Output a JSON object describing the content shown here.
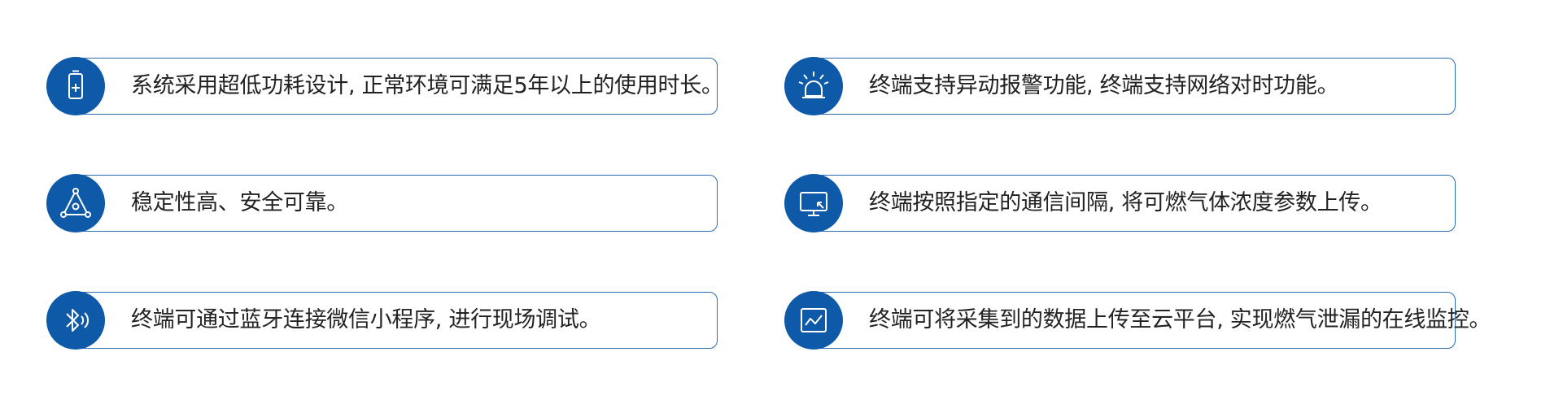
{
  "accent_color": "#0f5aa8",
  "border_color": "#2a6cb0",
  "features": [
    {
      "icon": "battery-icon",
      "text": "系统采用超低功耗设计, 正常环境可满足5年以上的使用时长。"
    },
    {
      "icon": "alarm-light-icon",
      "text": "终端支持异动报警功能, 终端支持网络对时功能。"
    },
    {
      "icon": "triangle-network-icon",
      "text": "稳定性高、安全可靠。"
    },
    {
      "icon": "monitor-cursor-icon",
      "text": "终端按照指定的通信间隔, 将可燃气体浓度参数上传。"
    },
    {
      "icon": "bluetooth-icon",
      "text": "终端可通过蓝牙连接微信小程序, 进行现场调试。"
    },
    {
      "icon": "line-chart-icon",
      "text": "终端可将采集到的数据上传至云平台, 实现燃气泄漏的在线监控。"
    }
  ]
}
